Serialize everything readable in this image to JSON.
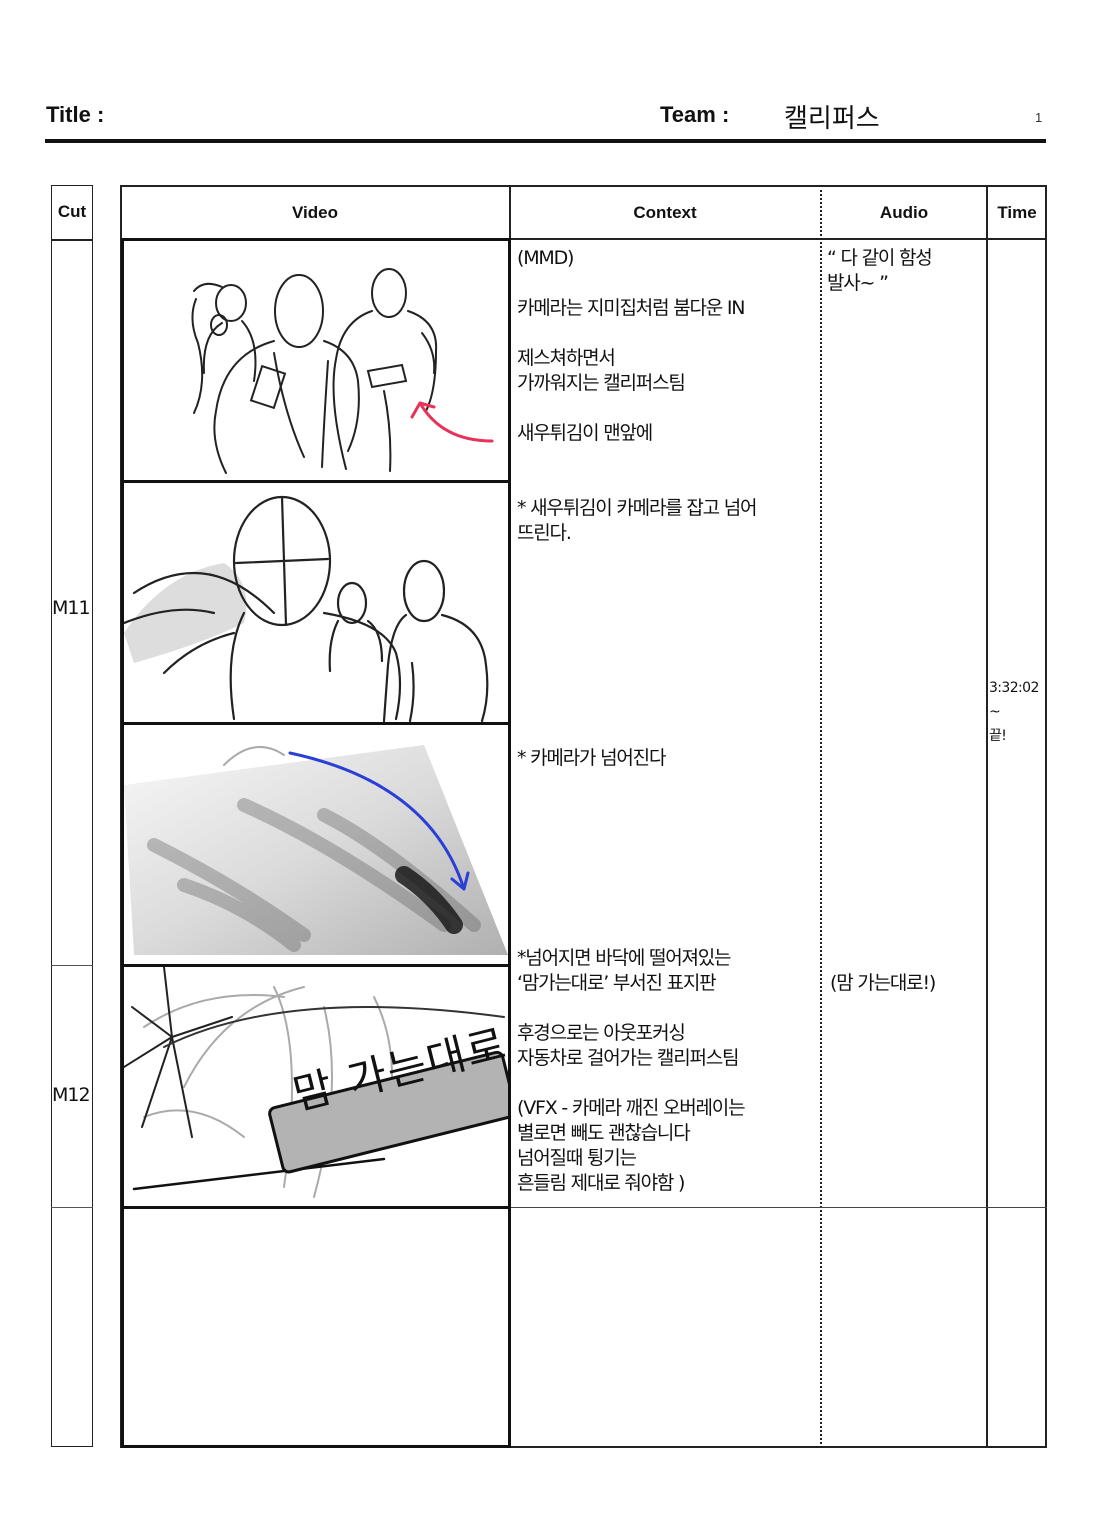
{
  "header": {
    "title_label": "Title :",
    "team_label": "Team :",
    "team_name": "캘리퍼스",
    "page_number": "1"
  },
  "columns": {
    "cut": "Cut",
    "video": "Video",
    "context": "Context",
    "audio": "Audio",
    "time": "Time"
  },
  "cuts": [
    {
      "id": "M11"
    },
    {
      "id": "M12"
    }
  ],
  "context": [
    "(MMD)\n\n카메라는 지미집처럼 붐다운 IN\n\n제스쳐하면서\n가까워지는 캘리퍼스팀\n\n새우튀김이 맨앞에",
    "* 새우튀김이 카메라를 잡고 넘어\n뜨린다.",
    "* 카메라가 넘어진다",
    "*넘어지면 바닥에 떨어져있는\n‘맘가는대로’ 부서진 표지판\n\n후경으로는 아웃포커싱\n자동차로 걸어가는 캘리퍼스팀\n\n(VFX - 카메라 깨진 오버레이는\n별로면 빼도 괜찮습니다\n넘어질때 튕기는\n흔들림 제대로 줘야함 )"
  ],
  "audio": [
    "“ 다 같이 함성\n발사~ ”",
    "(맘 가는대로!)"
  ],
  "time": "3:32:02\n~\n끝!",
  "sign_text": "맘 가는대로",
  "colors": {
    "arrow_red": "#e8325a",
    "arrow_blue": "#2a3fd6",
    "line": "#111111"
  }
}
